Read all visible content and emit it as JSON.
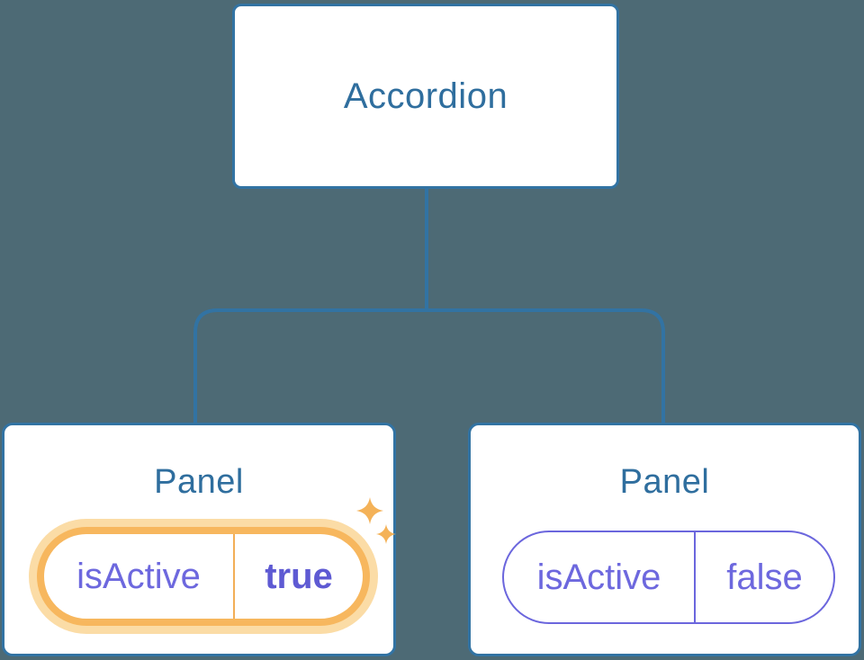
{
  "canvas": {
    "background_color": "#4d6a75",
    "node_border_color": "#3273a3",
    "node_text_color": "#2f6e9e",
    "connector_color": "#3273a3",
    "state_text_color": "#6d68de",
    "state_active_value_color": "#5e5ad3",
    "highlight_border_color": "#f7b75e",
    "highlight_glow_color": "#fbdca6",
    "sparkle_color": "#f4b258"
  },
  "icons": {
    "sparkle": "four-point-star"
  },
  "diagram": {
    "root": {
      "label": "Accordion"
    },
    "panels": [
      {
        "title": "Panel",
        "state_key": "isActive",
        "state_value": "true",
        "active": true
      },
      {
        "title": "Panel",
        "state_key": "isActive",
        "state_value": "false",
        "active": false
      }
    ]
  }
}
